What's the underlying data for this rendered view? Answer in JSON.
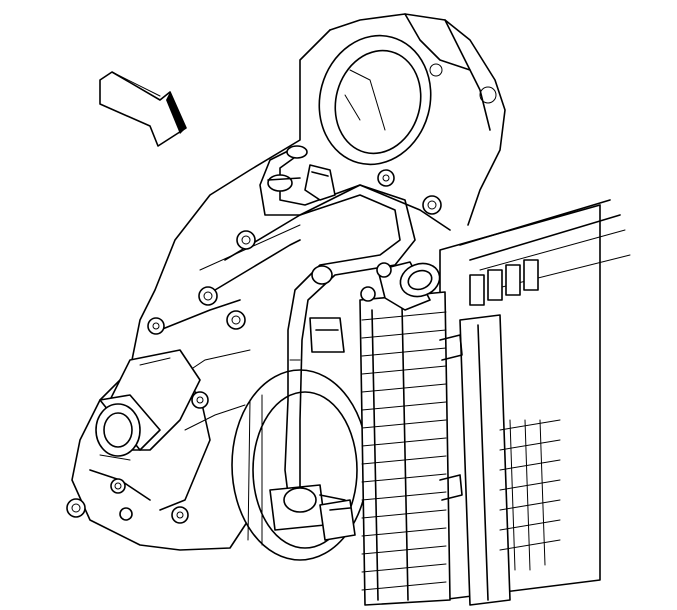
{
  "figure": {
    "description_visible_text": "",
    "colors": {
      "line": "#000000",
      "background": "#ffffff"
    },
    "parts": [
      "direction-arrow",
      "engine-front-cover",
      "throttle-body-opening",
      "thermostat-housing-outlet",
      "coolant-bypass-pipe",
      "pipe-clips",
      "radiator",
      "radiator-inlet-neck",
      "radiator-hose-connector",
      "crankshaft-pulley",
      "mounting-bolts"
    ]
  }
}
